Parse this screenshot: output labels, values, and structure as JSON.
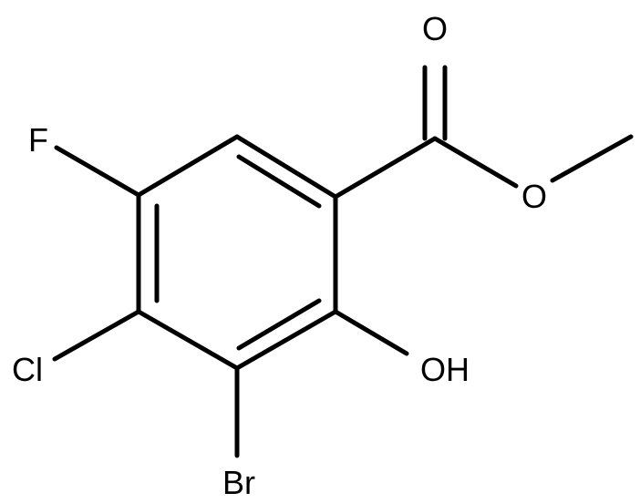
{
  "molecule": {
    "atoms": {
      "oxygen_carbonyl": "O",
      "oxygen_ester": "O",
      "fluorine": "F",
      "chlorine": "Cl",
      "hydroxyl": "OH",
      "bromine": "Br"
    },
    "colors": {
      "bond": "#000000",
      "label": "#000000",
      "background": "#ffffff"
    }
  }
}
